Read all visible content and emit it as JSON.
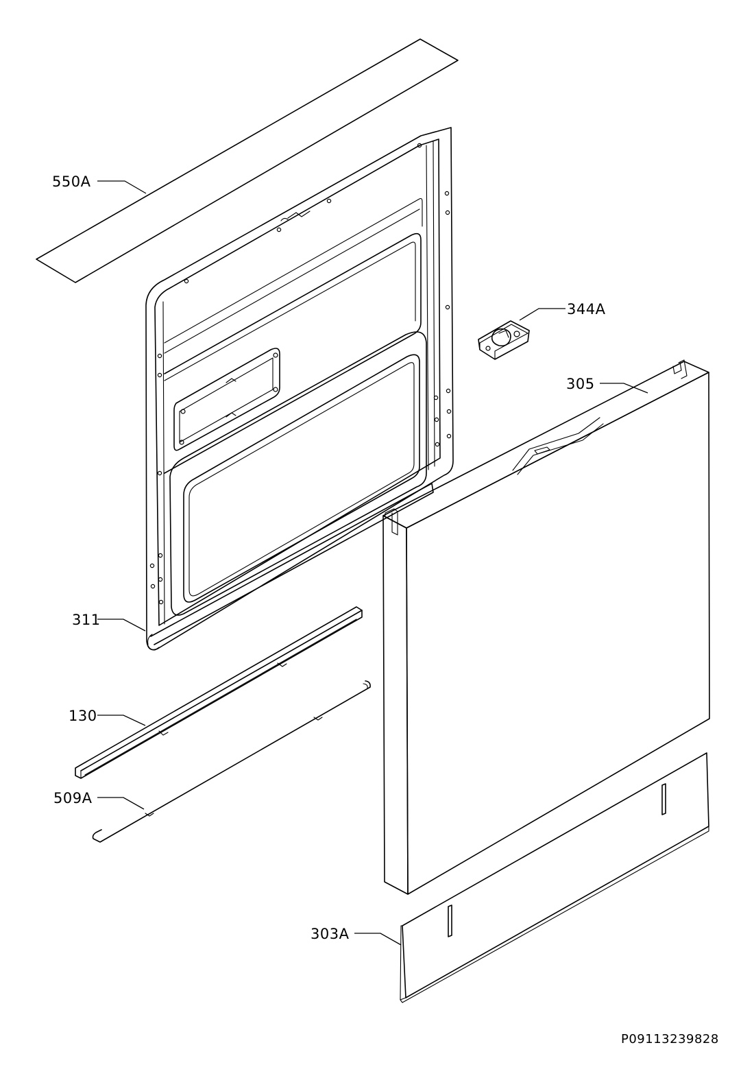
{
  "callouts": {
    "c550a": "550A",
    "c344a": "344A",
    "c305": "305",
    "c311": "311",
    "c130": "130",
    "c509a": "509A",
    "c303a": "303A"
  },
  "document_number": "P09113239828"
}
